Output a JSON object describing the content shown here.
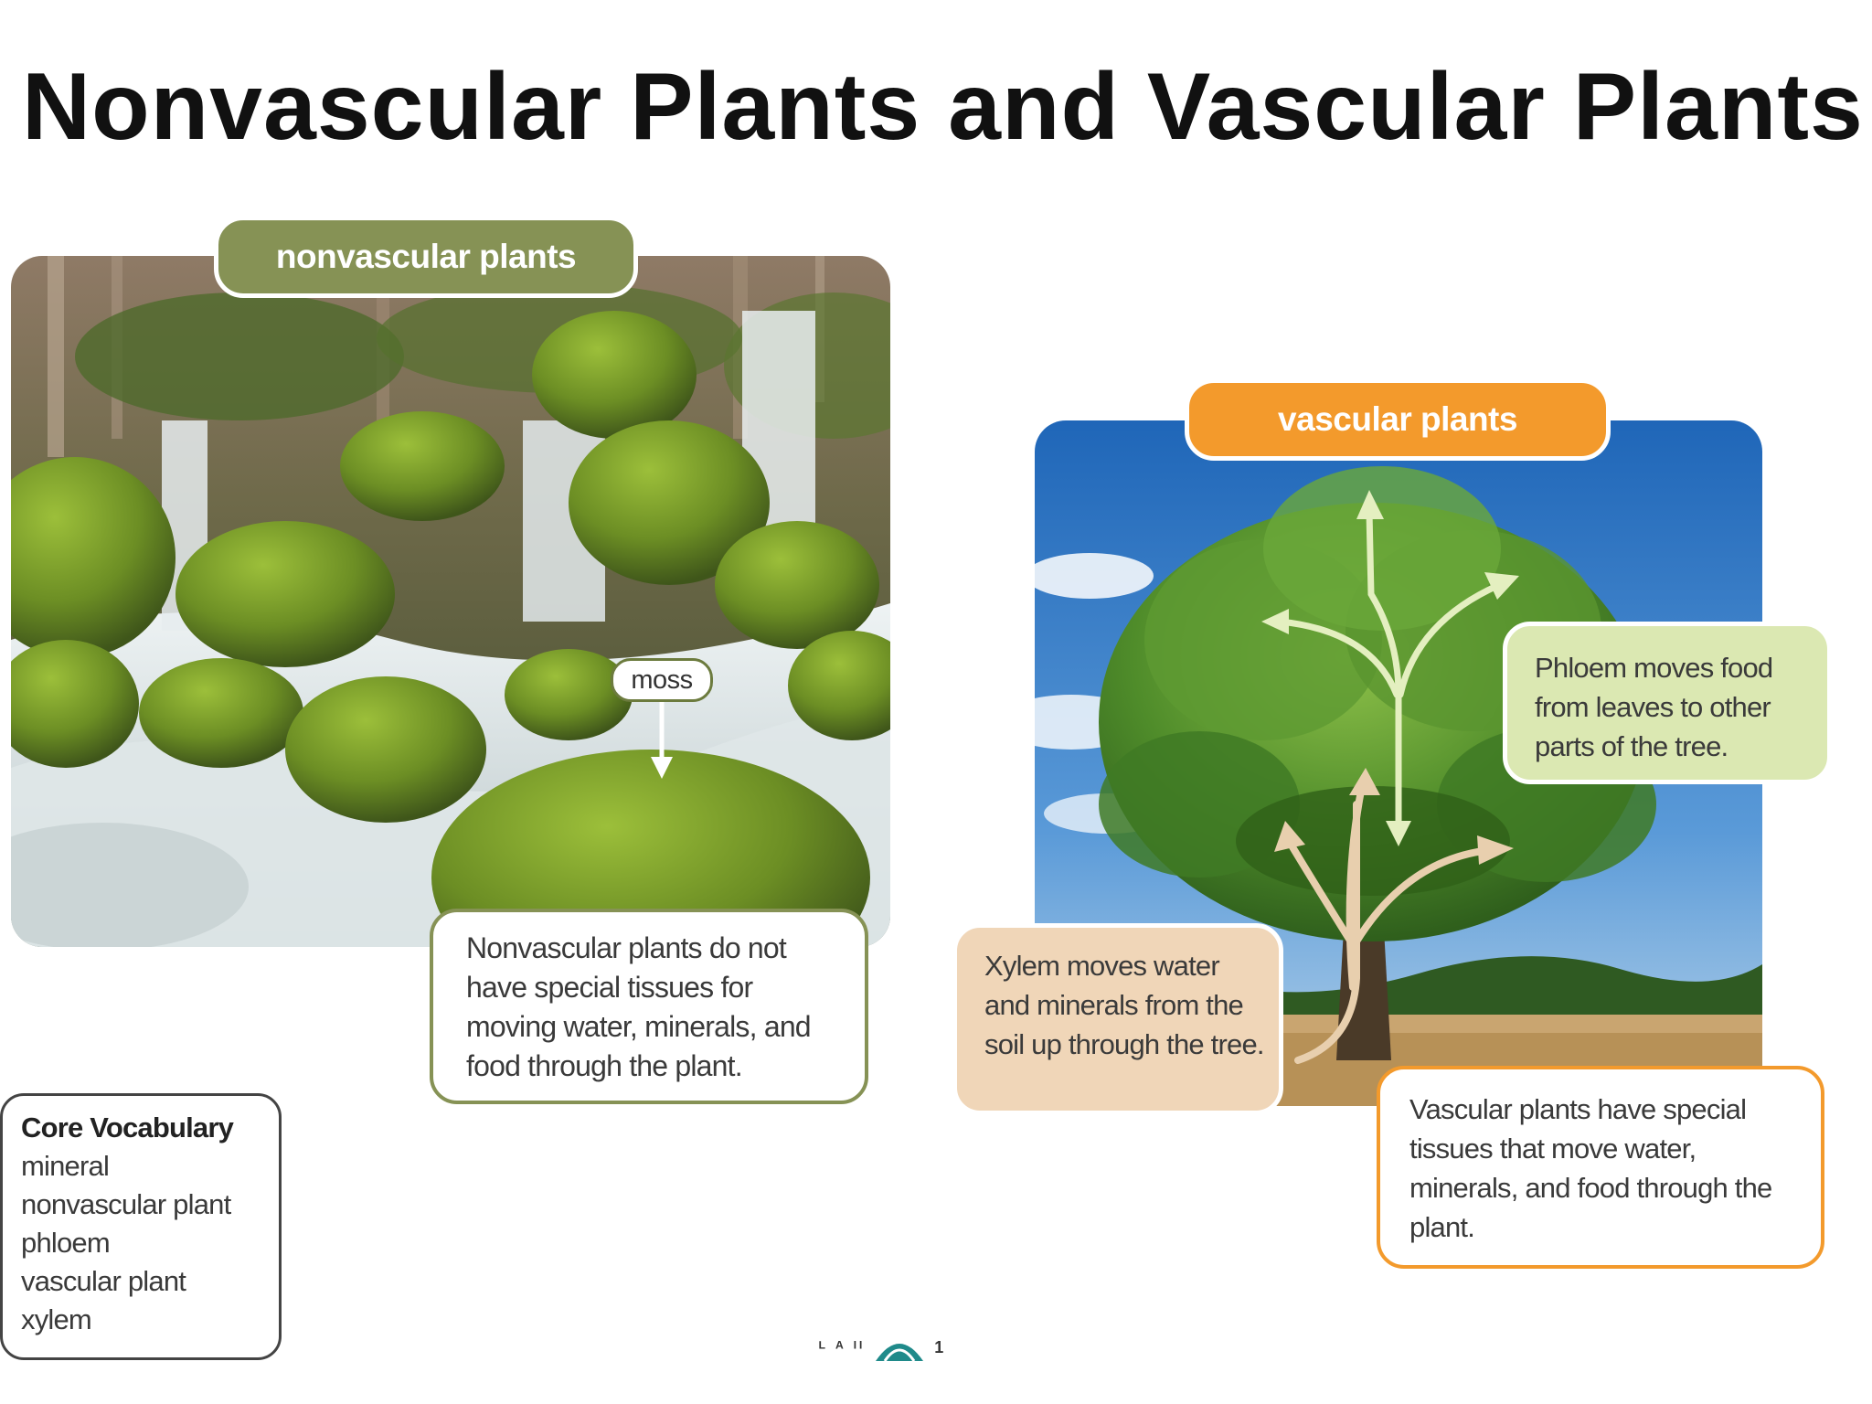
{
  "title": "Nonvascular Plants and Vascular Plants",
  "nonvascular": {
    "tag": "nonvascular plants",
    "moss_label": "moss",
    "caption": "Nonvascular plants do not have special tissues for moving water, minerals, and food through the plant."
  },
  "vascular": {
    "tag": "vascular plants",
    "phloem_note": "Phloem moves food from leaves to other parts of the tree.",
    "xylem_note": "Xylem moves water and minerals from the soil up through the tree.",
    "caption": "Vascular plants have special tissues that move water, minerals, and food through the plant."
  },
  "vocabulary": {
    "heading": "Core Vocabulary",
    "terms": [
      "mineral",
      "nonvascular plant",
      "phloem",
      "vascular plant",
      "xylem"
    ]
  },
  "footer": {
    "text": "ᴸ ᴬ ᴵᴵ",
    "suffix": "1"
  },
  "colors": {
    "nonvascular_accent": "#869255",
    "vascular_accent": "#f39a2c",
    "phloem_fill": "#dbe8b2",
    "xylem_fill": "#f0d6b8",
    "phloem_arrow": "#e4efc0",
    "xylem_arrow": "#e8cfae",
    "logo": "#1f8a8a"
  },
  "icons": [
    "down-arrow-icon",
    "phloem-arrow-icon",
    "xylem-arrow-icon",
    "publisher-logo-icon"
  ]
}
